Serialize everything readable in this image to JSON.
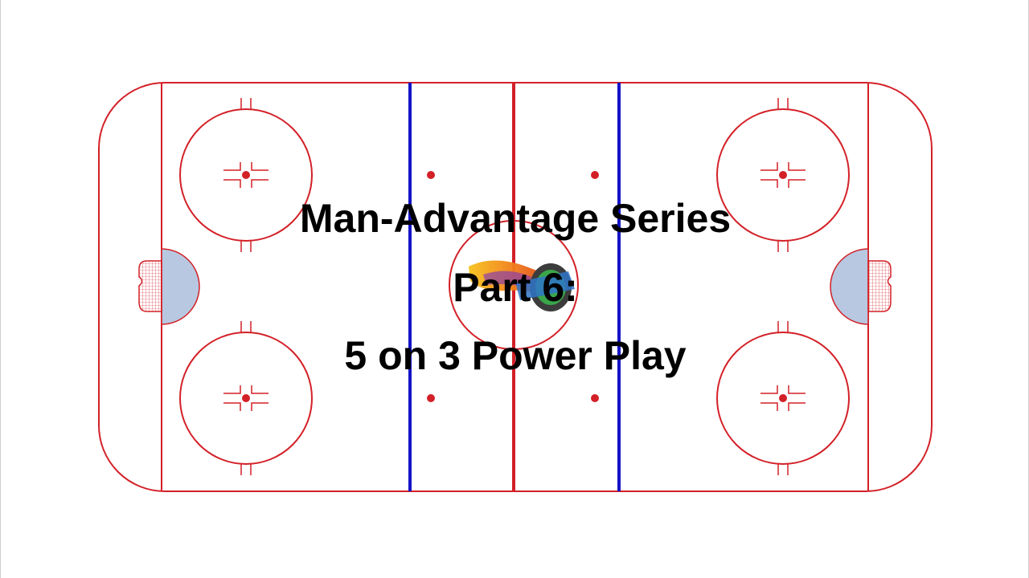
{
  "title": {
    "line1": "Man-Advantage Series",
    "line2": "Part 6:",
    "line3": "5 on 3 Power Play"
  },
  "colors": {
    "board": "#d32027",
    "blue_line": "#1414c8",
    "crease_fill": "#b7c8e0",
    "text": "#000000"
  },
  "icons": {
    "rink": "ice-hockey-rink-diagram",
    "logo": "puck-logo-with-flame"
  }
}
